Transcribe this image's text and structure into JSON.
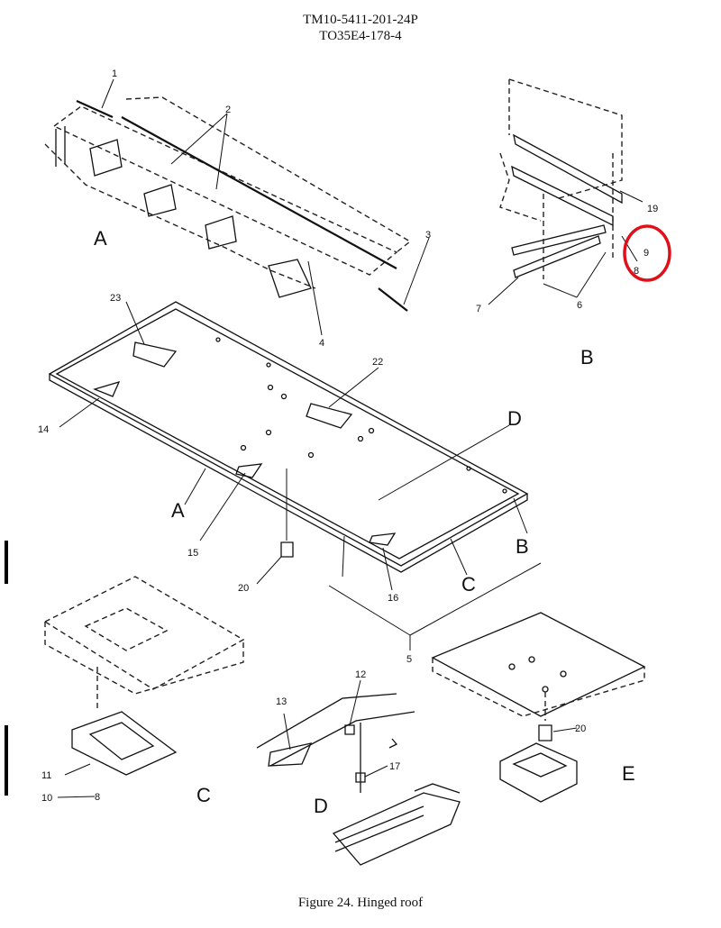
{
  "header": {
    "line1": "TM10-5411-201-24P",
    "line2": "TO35E4-178-4"
  },
  "caption": "Figure 24.  Hinged roof",
  "callouts": {
    "c1": "1",
    "c2": "2",
    "c3": "3",
    "c4": "4",
    "c5": "5",
    "c6": "6",
    "c7": "7",
    "c8": "8",
    "c8b": "8",
    "c9": "9",
    "c10": "10",
    "c11": "11",
    "c12": "12",
    "c13": "13",
    "c14": "14",
    "c15": "15",
    "c16": "16",
    "c17": "17",
    "c19": "19",
    "c20": "20",
    "c20b": "20",
    "c22": "22",
    "c23": "23"
  },
  "views": {
    "a_top": "A",
    "a_main": "A",
    "b_top": "B",
    "b_main": "B",
    "c_main": "C",
    "c_detail": "C",
    "d_main": "D",
    "d_detail": "D",
    "e_detail": "E"
  },
  "annotation": {
    "circle_color": "#e0101a",
    "circled_callout": "9"
  },
  "change_bars": 2
}
